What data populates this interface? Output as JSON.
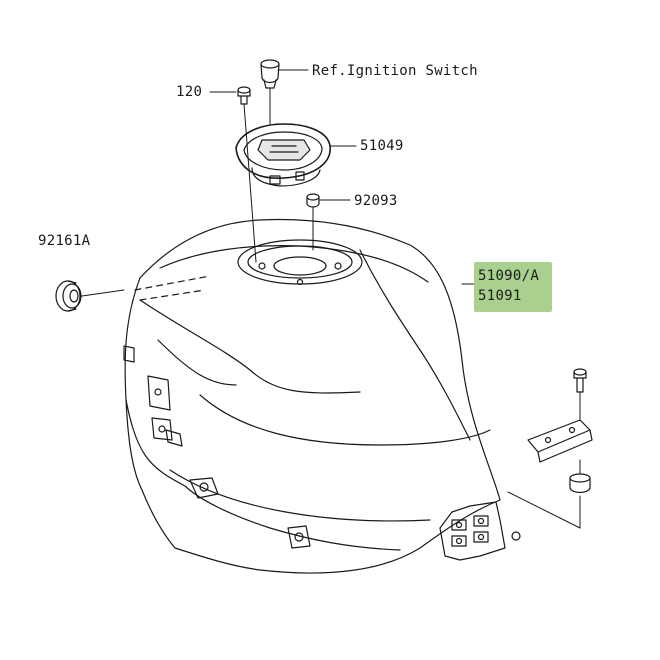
{
  "diagram": {
    "callouts": {
      "ignition_ref": "Ref.Ignition Switch",
      "bolt_cap": "120",
      "cap_assy": "51049",
      "small_part": "92093",
      "grommet": "92161A",
      "tank_line1": "51090/A",
      "tank_line2": "51091"
    },
    "highlight_color": "#a9d08e",
    "line_color": "#1a1a1a"
  }
}
